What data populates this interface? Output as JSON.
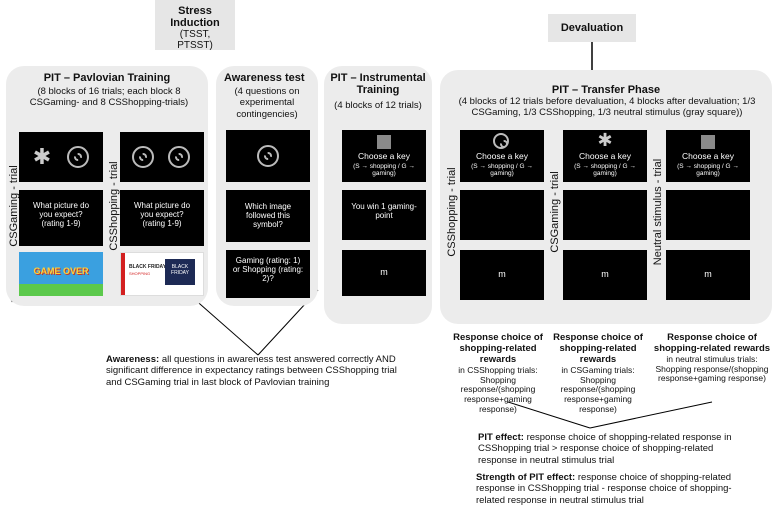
{
  "stress": {
    "title": "Stress Induction",
    "sub1": "(TSST,",
    "sub2": "PTSST)"
  },
  "devaluation": {
    "label": "Devaluation"
  },
  "pav": {
    "title": "PIT – Pavlovian Training",
    "sub": "(8 blocks of 16 trials; each block 8 CSGaming- and 8 CSShopping-trials)",
    "label_gaming": "CSGaming - trial",
    "label_shopping": "CSShopping - trial",
    "question": "What picture do you expect? (rating 1-9)",
    "game_over": "GAME OVER",
    "black_friday": "BLACK FRIDAY",
    "shopping": "SHOPPING",
    "black_friday_badge": "BLACK FRIDAY"
  },
  "aware": {
    "title": "Awareness test",
    "sub": "(4 questions on experimental contingencies)",
    "q1": "Which image followed this symbol?",
    "q2": "Gaming (rating: 1) or Shopping (rating: 2)?"
  },
  "instr": {
    "title": "PIT – Instrumental Training",
    "sub": "(4 blocks of 12 trials)",
    "choose": "Choose a key",
    "keys": "(S → shopping / G → gaming)",
    "win": "You win 1 gaming-point",
    "blank": "m"
  },
  "transfer": {
    "title": "PIT – Transfer Phase",
    "sub": "(4 blocks of 12 trials before devaluation, 4 blocks after devaluation; 1/3 CSGaming, 1/3 CSShopping, 1/3 neutral stimulus (gray square))",
    "label_shopping": "CSShopping - trial",
    "label_gaming": "CSGaming - trial",
    "label_neutral": "Neutral stimulus - trial",
    "choose": "Choose a key",
    "keys": "(S → shopping / G → gaming)",
    "blank": "m"
  },
  "notes": {
    "n1_head": "Response choice of shopping-related rewards",
    "n1_body": "in CSShopping trials: Shopping response/(shopping response+gaming response)",
    "n2_head": "Response choice of shopping-related rewards",
    "n2_body": "in CSGaming trials: Shopping response/(shopping response+gaming response)",
    "n3_head": "Response choice of shopping-related rewards",
    "n3_body": "in neutral stimulus trials: Shopping response/(shopping response+gaming response)"
  },
  "awareness_def": {
    "head": "Awareness:",
    "body": "all questions in awareness test answered correctly AND significant difference in expectancy ratings between CSShopping trial and CSGaming trial in last block of Pavlovian training"
  },
  "pit_effect": {
    "head": "PIT effect:",
    "body": "response choice of shopping-related response in CSShopping trial > response choice of shopping-related response in neutral stimulus trial"
  },
  "pit_strength": {
    "head": "Strength of PIT effect:",
    "body": "response choice of shopping-related response in CSShopping trial - response choice of shopping-related response in neutral stimulus trial"
  }
}
